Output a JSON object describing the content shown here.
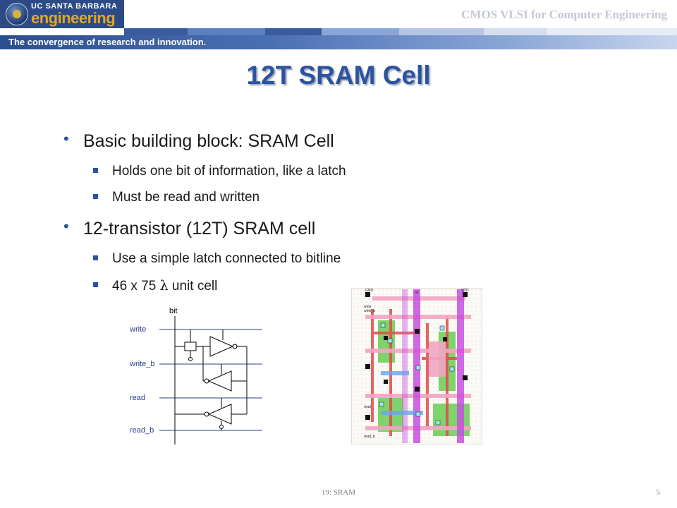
{
  "header": {
    "university": "UC SANTA BARBARA",
    "school": "engineering",
    "tagline": "The convergence of research and innovation.",
    "course": "CMOS VLSI for Computer Engineering"
  },
  "slide": {
    "title": "12T SRAM Cell",
    "bullets": [
      {
        "text": "Basic building block: SRAM Cell",
        "sub": [
          "Holds one bit of information, like a latch",
          "Must be read and written"
        ]
      },
      {
        "text": "12-transistor (12T) SRAM cell",
        "sub": [
          "Use a simple latch connected to bitline",
          "46 x 75 ",
          "λ",
          " unit cell"
        ]
      }
    ]
  },
  "schematic": {
    "labels": {
      "bit": "bit",
      "write": "write",
      "write_b": "write_b",
      "read": "read",
      "read_b": "read_b"
    }
  },
  "layout": {
    "labels": {
      "write": "write",
      "write_b": "write_b",
      "read": "read",
      "read_b": "read_b",
      "bit": "bit",
      "gnd": "GND",
      "vdd": "VDD"
    }
  },
  "footer": {
    "label": "19: SRAM",
    "page": "5"
  },
  "colors": {
    "title": "#2c53a0",
    "banner": "#2b4a86",
    "accent": "#e3a52b"
  }
}
